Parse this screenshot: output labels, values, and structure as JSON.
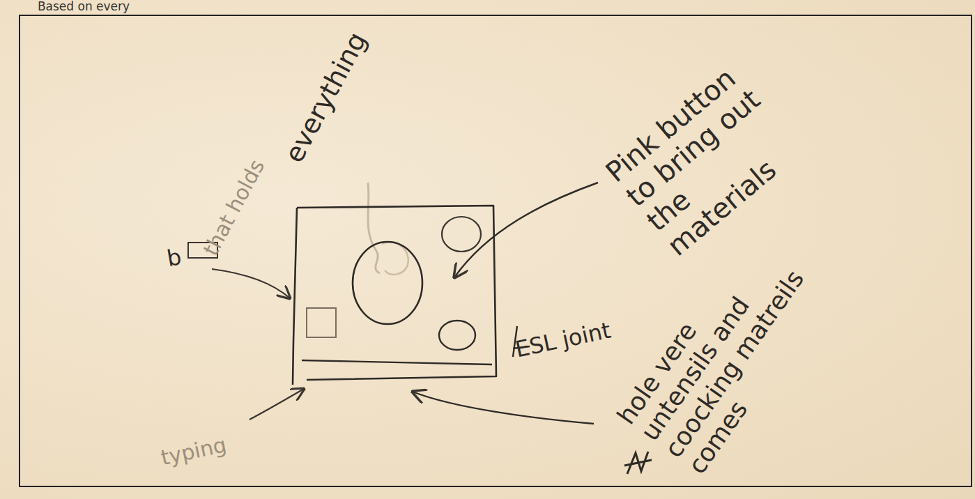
{
  "diagram": {
    "labels": [
      "Based on every",
      "everything",
      "that holds",
      "b",
      "Pink button to bring out the materials",
      "ESL joint",
      "hole vere untensils and coocking matreils comes",
      "typing"
    ]
  }
}
